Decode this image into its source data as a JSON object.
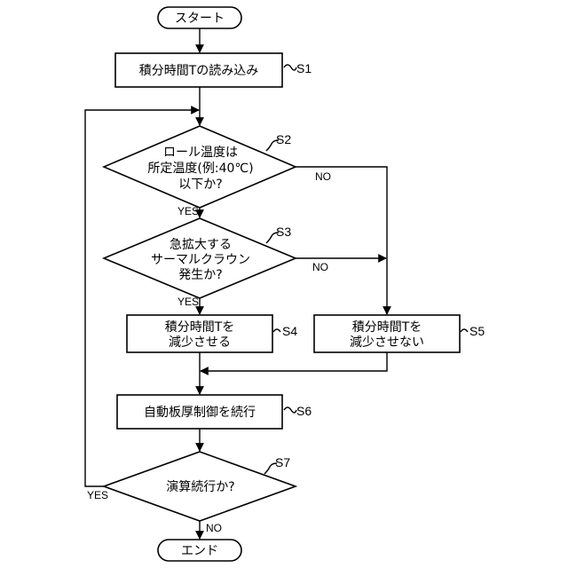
{
  "flowchart": {
    "start": "スタート",
    "end": "エンド",
    "steps": {
      "s1": {
        "id": "S1",
        "lines": [
          "積分時間Tの読み込み"
        ]
      },
      "s2": {
        "id": "S2",
        "lines": [
          "ロール温度は",
          "所定温度(例:40℃)",
          "以下か?"
        ]
      },
      "s3": {
        "id": "S3",
        "lines": [
          "急拡大する",
          "サーマルクラウン",
          "発生か?"
        ]
      },
      "s4": {
        "id": "S4",
        "lines": [
          "積分時間Tを",
          "減少させる"
        ]
      },
      "s5": {
        "id": "S5",
        "lines": [
          "積分時間Tを",
          "減少させない"
        ]
      },
      "s6": {
        "id": "S6",
        "lines": [
          "自動板厚制御を続行"
        ]
      },
      "s7": {
        "id": "S7",
        "lines": [
          "演算続行か?"
        ]
      }
    },
    "branches": {
      "s2_yes": "YES",
      "s2_no": "NO",
      "s3_yes": "YES",
      "s3_no": "NO",
      "s7_yes": "YES",
      "s7_no": "NO"
    }
  }
}
